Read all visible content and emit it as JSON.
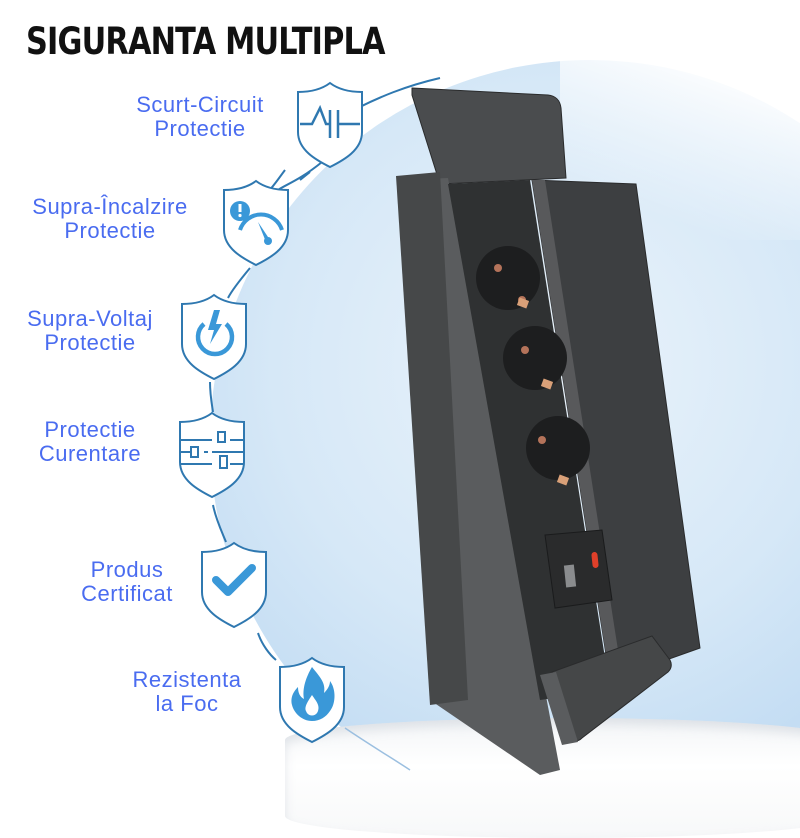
{
  "title": "SIGURANTA MULTIPLA",
  "colors": {
    "label_text": "#4a6cf0",
    "icon_blue": "#3a98d8",
    "shield_outline": "#2f78b0",
    "product_body": "#3a3c3e",
    "usb_c_port": "#e0402a"
  },
  "features": [
    {
      "line1": "Scurt-Circuit",
      "line2": "Protectie",
      "icon": "short-circuit-icon"
    },
    {
      "line1": "Supra-Încalzire",
      "line2": "Protectie",
      "icon": "overheat-gauge-icon"
    },
    {
      "line1": "Supra-Voltaj",
      "line2": "Protectie",
      "icon": "power-surge-icon"
    },
    {
      "line1": "Protectie",
      "line2": "Curentare",
      "icon": "circuit-breaker-icon"
    },
    {
      "line1": "Produs",
      "line2": "Certificat",
      "icon": "checkmark-icon"
    },
    {
      "line1": "Rezistenta",
      "line2": "la Foc",
      "icon": "flame-icon"
    }
  ],
  "product": {
    "name": "pop-up power socket tower",
    "sockets": 3,
    "usb_ports": [
      "USB-A",
      "USB-C"
    ]
  }
}
